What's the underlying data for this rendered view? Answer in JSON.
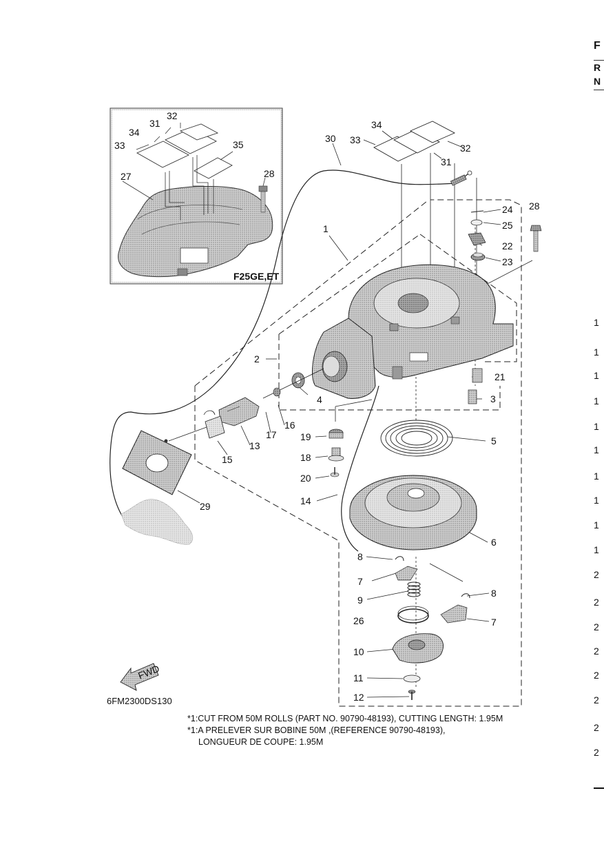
{
  "inset": {
    "model_label": "F25GE,ET"
  },
  "callouts": {
    "c1": "1",
    "c2": "2",
    "c3": "3",
    "c4": "4",
    "c5": "5",
    "c6": "6",
    "c7a": "7",
    "c7b": "7",
    "c8a": "8",
    "c8b": "8",
    "c9": "9",
    "c10": "10",
    "c11": "11",
    "c12": "12",
    "c13": "13",
    "c14": "14",
    "c15": "15",
    "c16": "16",
    "c17": "17",
    "c18": "18",
    "c19": "19",
    "c20": "20",
    "c21": "21",
    "c22": "22",
    "c23": "23",
    "c24": "24",
    "c25": "25",
    "c26": "26",
    "c27": "27",
    "c28a": "28",
    "c28b": "28",
    "c29": "29",
    "c30": "30",
    "c31a": "31",
    "c31b": "31",
    "c32a": "32",
    "c32b": "32",
    "c33a": "33",
    "c33b": "33",
    "c34a": "34",
    "c34b": "34",
    "c35": "35"
  },
  "fwd_label": "FWD",
  "diagram_code": "6FM2300DS130",
  "footnote": {
    "line1": "*1:CUT FROM 50M ROLLS (PART NO. 90790-48193), CUTTING LENGTH: 1.95M",
    "line2": "*1:A PRELEVER SUR BOBINE 50M ,(REFERENCE 90790-48193),",
    "line3": "LONGUEUR DE COUPE: 1.95M"
  },
  "right_edge": {
    "f": "F",
    "r": "R",
    "n": "N",
    "rows": [
      "1",
      "1",
      "1",
      "1",
      "1",
      "1",
      "1",
      "1",
      "1",
      "1",
      "2",
      "2",
      "2",
      "2",
      "2",
      "2",
      "2",
      "2"
    ]
  }
}
